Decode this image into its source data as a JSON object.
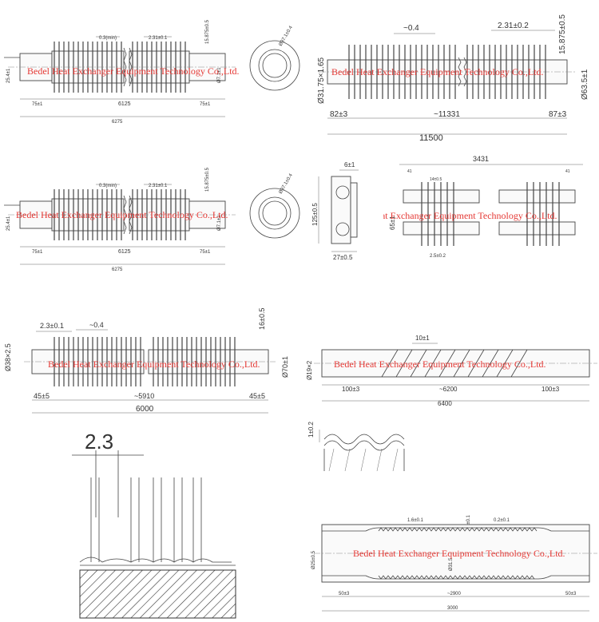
{
  "watermark": "Bedel Heat Exchanger Equipment Technology Co.,Ltd.",
  "panel1": {
    "dim_pitch": "0.3(min)",
    "dim_fin": "2.31±0.1",
    "dim_height": "15.875±0.5",
    "dim_od": "Ø37.1±0.4",
    "dim_left": "25.4±1",
    "dim_right": "Ø7.1±1",
    "dim_end_l": "75±1",
    "dim_mid": "6125",
    "dim_end_r": "75±1",
    "dim_total": "6275"
  },
  "panel2": {
    "dim_gap": "~0.4",
    "dim_fin": "2.31±0.2",
    "dim_height": "15.875±0.5",
    "dim_left": "Ø31.75×1.65",
    "dim_right": "Ø63.5±1",
    "dim_end_l": "82±3",
    "dim_mid": "~11331",
    "dim_end_r": "87±3",
    "dim_total": "11500"
  },
  "panel3": {
    "dim_pitch": "0.3(min)",
    "dim_fin": "2.31±0.1",
    "dim_height": "15.875±0.5",
    "dim_od": "Ø37.1±0.4",
    "dim_left": "25.4±1",
    "dim_right": "Ø7.1±1",
    "dim_end_l": "75±1",
    "dim_mid": "6125",
    "dim_end_r": "75±1",
    "dim_total": "6275"
  },
  "panel4": {
    "dim_top": "6±1",
    "dim_height": "125±0.5",
    "dim_width": "27±0.5"
  },
  "panel5": {
    "dim_total": "3431",
    "dim_left": "65±1",
    "dim_a": "41",
    "dim_b": "14±0.5",
    "dim_c": "2.5±0.2",
    "dim_d": "41"
  },
  "panel6": {
    "dim_fin": "2.3±0.1",
    "dim_gap": "~0.4",
    "dim_height": "16±0.5",
    "dim_left": "Ø38×2.5",
    "dim_right": "Ø70±1",
    "dim_end_l": "45±5",
    "dim_mid": "~5910",
    "dim_end_r": "45±5",
    "dim_total": "6000"
  },
  "panel7": {
    "dim_pitch": "10±1",
    "dim_left": "Ø19×2",
    "dim_end_l": "100±3",
    "dim_mid": "~6200",
    "dim_end_r": "100±3",
    "dim_total": "6400"
  },
  "panel8": {
    "dim_t": "1±0.2"
  },
  "panel9": {
    "dim_top": "2.3"
  },
  "panel10": {
    "dim_a": "1.6±0.1",
    "dim_b": "0.4±0.1",
    "dim_c": "0.2±0.1",
    "dim_left": "Ø25±0.5",
    "dim_mid_od": "Ø31.5",
    "dim_end_l": "50±3",
    "dim_mid": "~2900",
    "dim_end_r": "50±3",
    "dim_total": "3000"
  }
}
